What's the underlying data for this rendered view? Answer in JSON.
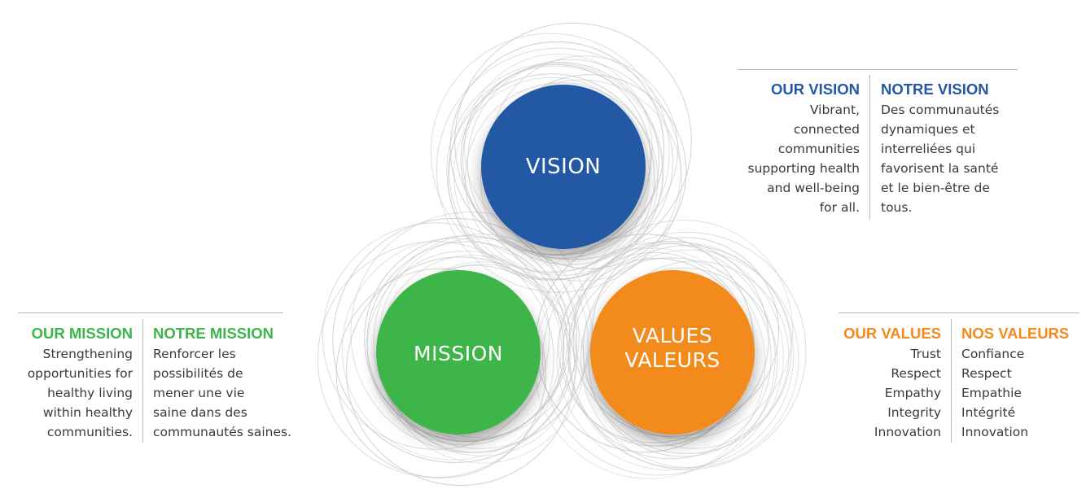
{
  "colors": {
    "vision": "#2458a4",
    "mission": "#3db54a",
    "values": "#f28a1c",
    "ring": "#c8c8c8",
    "text": "#3a3a3a"
  },
  "circles": {
    "vision": "VISION",
    "mission": "MISSION",
    "values_en": "VALUES",
    "values_fr": "VALEURS"
  },
  "vision": {
    "en_heading": "OUR VISION",
    "en_lines": [
      "Vibrant,",
      "connected",
      "communities",
      "supporting health",
      "and well-being",
      "for all."
    ],
    "fr_heading": "NOTRE VISION",
    "fr_lines": [
      "Des communautés",
      "dynamiques et",
      "interreliées qui",
      "favorisent la santé",
      "et le bien-être de",
      "tous."
    ]
  },
  "mission": {
    "en_heading": "OUR MISSION",
    "en_lines": [
      "Strengthening",
      "opportunities for",
      "healthy living",
      "within healthy",
      "communities."
    ],
    "fr_heading": "NOTRE MISSION",
    "fr_lines": [
      "Renforcer les",
      "possibilités de",
      "mener une vie",
      "saine dans des",
      "communautés saines."
    ]
  },
  "values": {
    "en_heading": "OUR VALUES",
    "en_lines": [
      "Trust",
      "Respect",
      "Empathy",
      "Integrity",
      "Innovation"
    ],
    "fr_heading": "NOS VALEURS",
    "fr_lines": [
      "Confiance",
      "Respect",
      "Empathie",
      "Intégrité",
      "Innovation"
    ]
  }
}
